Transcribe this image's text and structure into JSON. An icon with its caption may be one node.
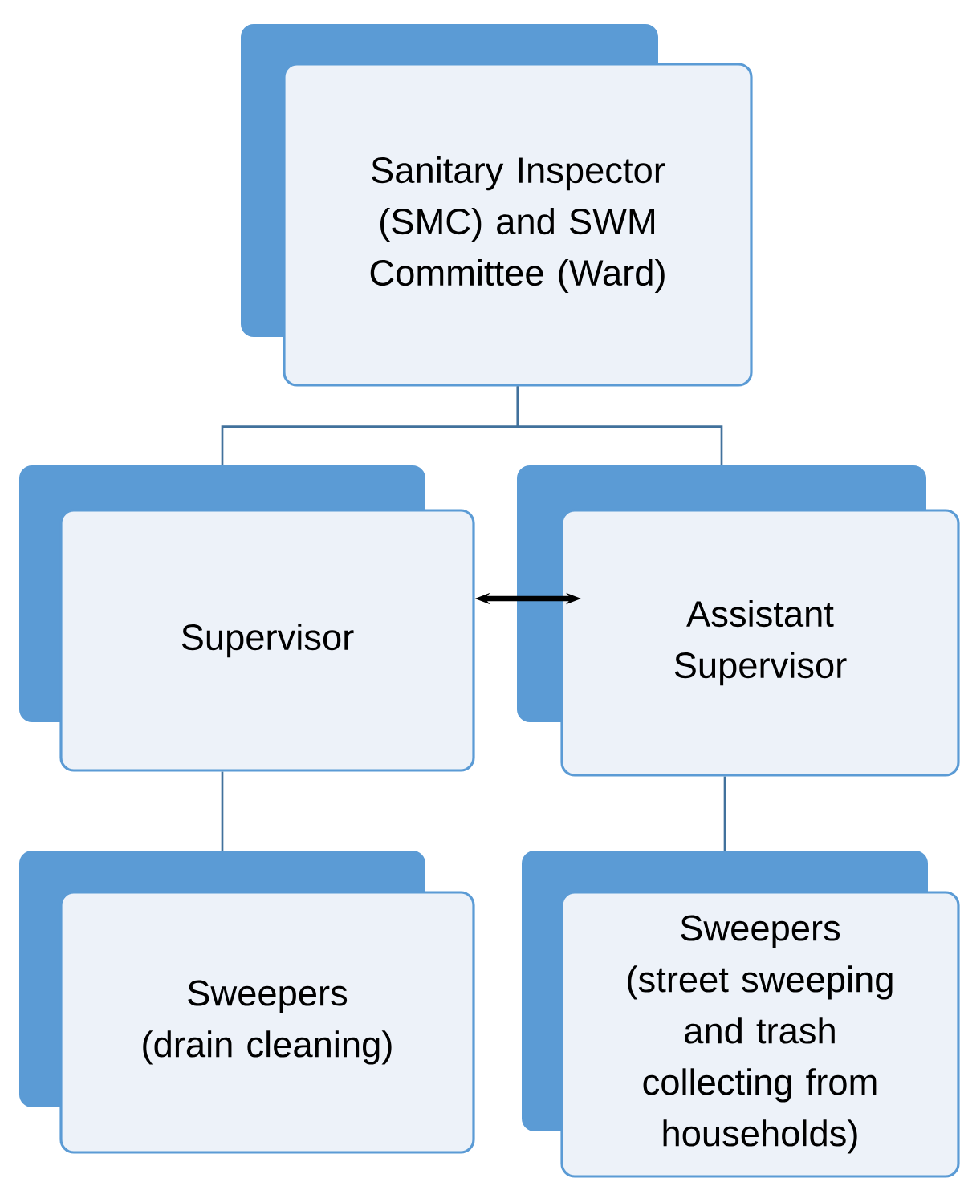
{
  "diagram": {
    "nodes": [
      {
        "text": [
          "Sanitary Inspector (SMC) and SWM Committee (Ward)"
        ]
      },
      {
        "text": [
          "Supervisor"
        ]
      },
      {
        "text": [
          "Assistant Supervisor"
        ]
      },
      {
        "text": [
          "Sweepers (drain cleaning)"
        ]
      },
      {
        "text": [
          "Sweepers (street sweeping and trash collecting from households)"
        ]
      }
    ],
    "edges": [
      {
        "from": 0,
        "to": 1,
        "arrow": "none"
      },
      {
        "from": 0,
        "to": 2,
        "arrow": "none"
      },
      {
        "from": 1,
        "to": 2,
        "arrow": "both",
        "style": "thick",
        "color": "#000000"
      },
      {
        "from": 1,
        "to": 3,
        "arrow": "none"
      },
      {
        "from": 2,
        "to": 4,
        "arrow": "none"
      }
    ]
  }
}
